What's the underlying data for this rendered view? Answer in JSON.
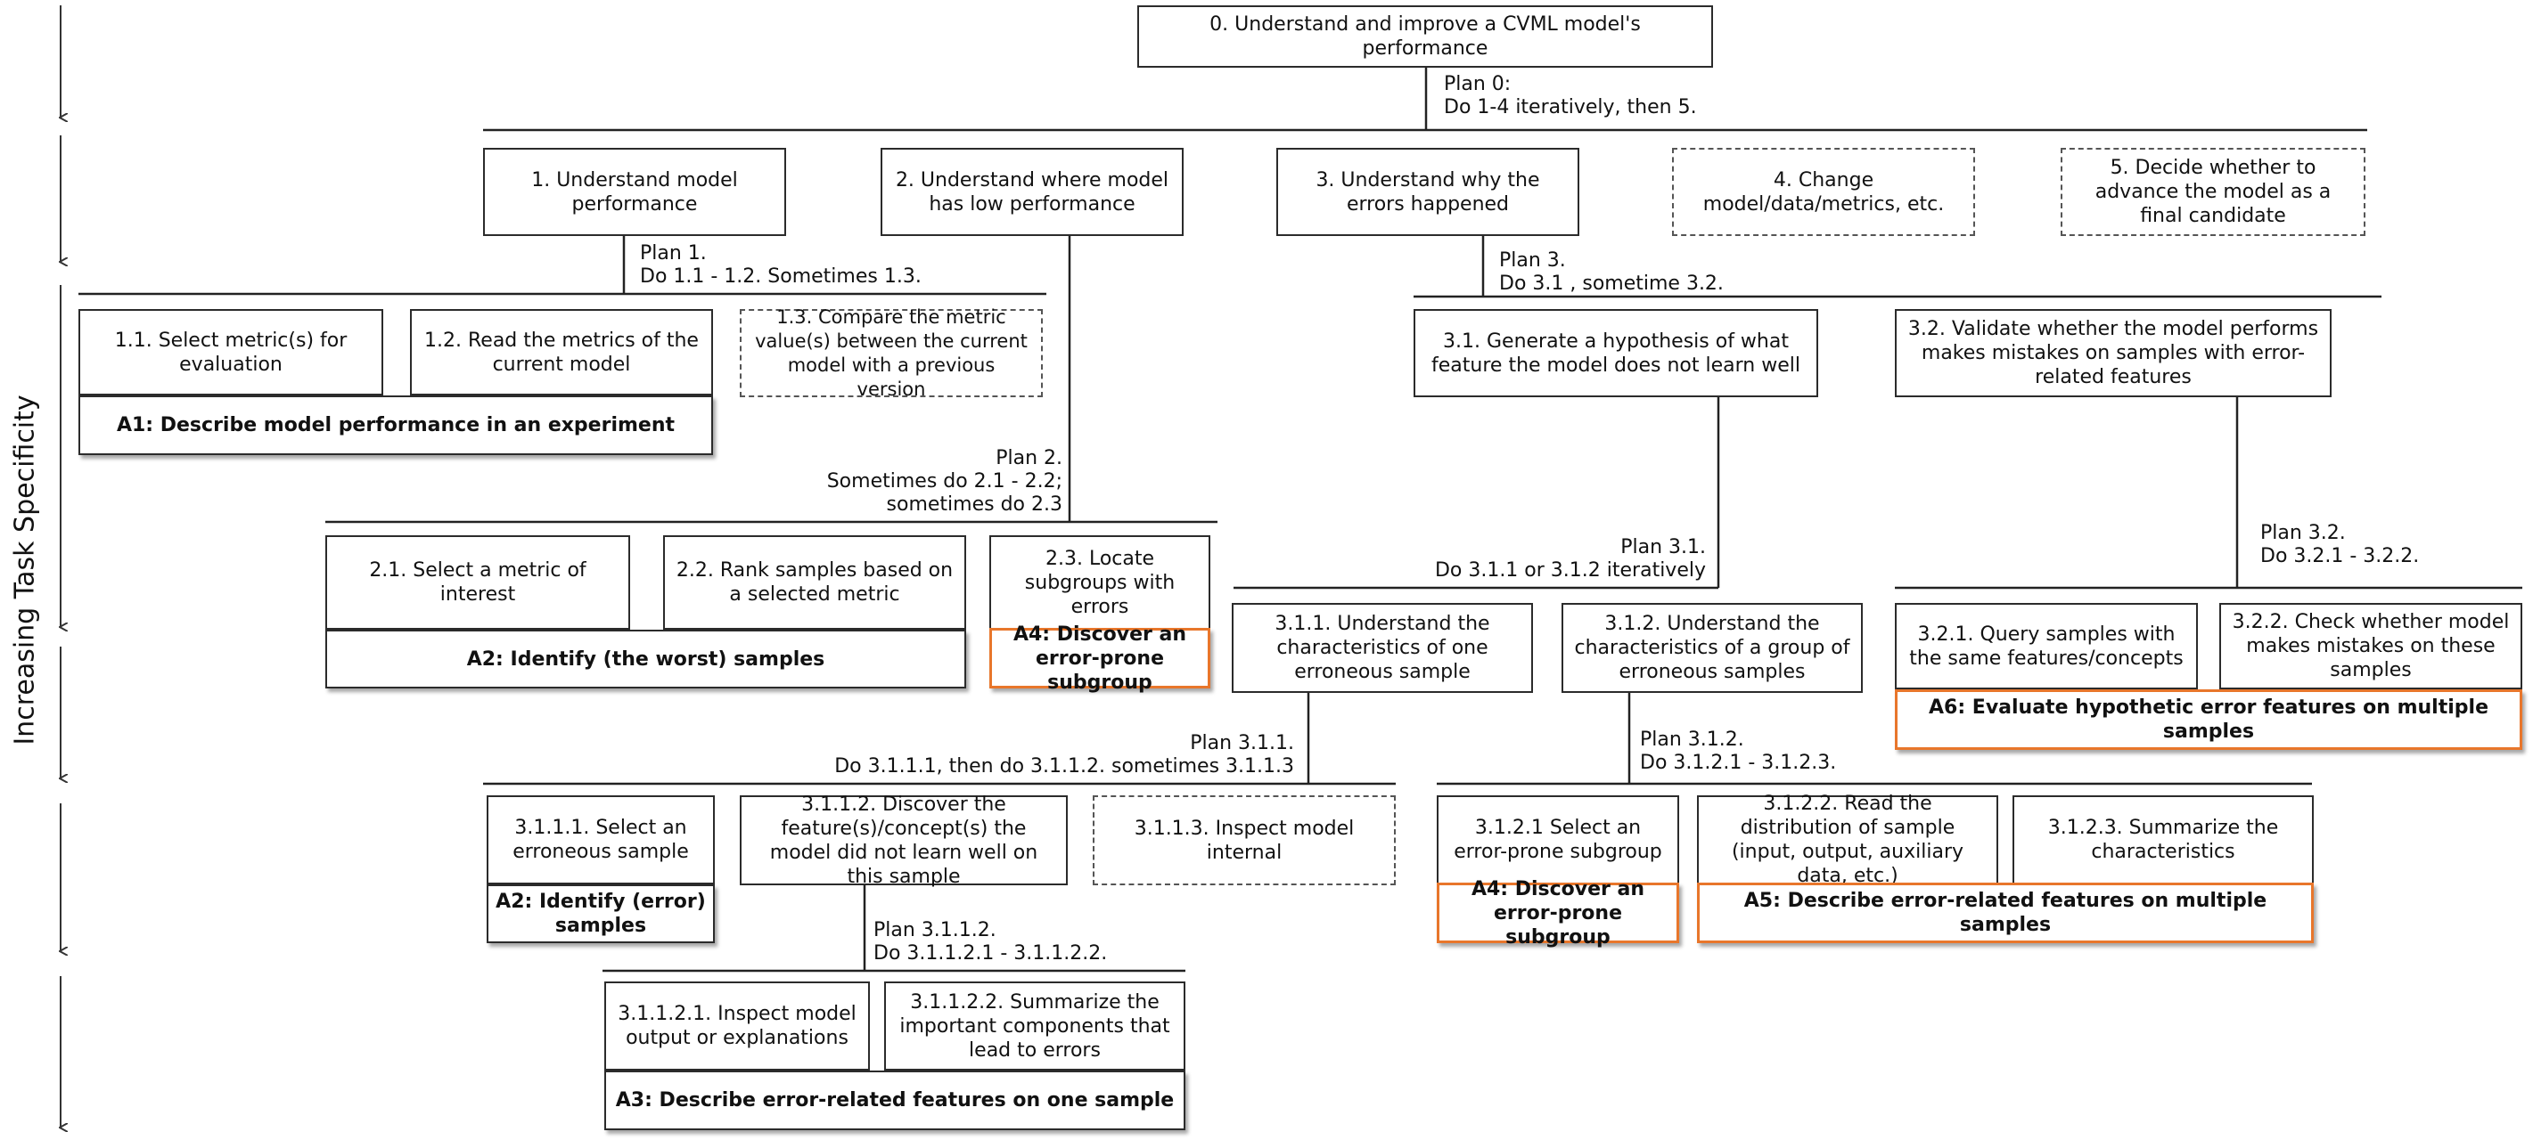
{
  "axis_label": "Increasing Task Specificity",
  "nodes": {
    "n0": "0. Understand and improve a CVML model's performance",
    "n1": "1. Understand model performance",
    "n2": "2. Understand where model has low performance",
    "n3": "3. Understand why the errors happened",
    "n4": "4. Change model/data/metrics, etc.",
    "n5": "5. Decide whether to advance the model as a final candidate",
    "n1_1": "1.1. Select metric(s) for evaluation",
    "n1_2": "1.2. Read the metrics of the current model",
    "n1_3": "1.3. Compare the metric value(s) between the current model with a previous version",
    "n2_1": "2.1. Select a metric of interest",
    "n2_2": "2.2. Rank samples based on a selected metric",
    "n2_3": "2.3. Locate subgroups with errors",
    "n3_1": "3.1. Generate a hypothesis of what feature the model does not learn well",
    "n3_2": "3.2. Validate whether the model performs makes mistakes on samples with error-related features",
    "n3_1_1": "3.1.1. Understand the characteristics of one erroneous sample",
    "n3_1_2": "3.1.2. Understand the characteristics of a group of erroneous samples",
    "n3_2_1": "3.2.1. Query samples with the same features/concepts",
    "n3_2_2": "3.2.2. Check whether model makes mistakes on these samples",
    "n3_1_1_1": "3.1.1.1. Select an erroneous sample",
    "n3_1_1_2": "3.1.1.2. Discover the feature(s)/concept(s) the model did not learn well on this sample",
    "n3_1_1_3": "3.1.1.3. Inspect model internal",
    "n3_1_2_1": "3.1.2.1 Select an error-prone subgroup",
    "n3_1_2_2": "3.1.2.2. Read the distribution of sample (input, output, auxiliary data, etc.)",
    "n3_1_2_3": "3.1.2.3. Summarize the characteristics",
    "n3_1_1_2_1": "3.1.1.2.1. Inspect model output or explanations",
    "n3_1_1_2_2": "3.1.1.2.2. Summarize the important components that lead to errors"
  },
  "activities": {
    "a1": "A1: Describe model performance in an experiment",
    "a2_worst": "A2: Identify (the worst) samples",
    "a4_subgroup_1": "A4: Discover an error-prone subgroup",
    "a6": "A6: Evaluate hypothetic error features on multiple samples",
    "a2_error": "A2: Identify (error) samples",
    "a4_subgroup_2": "A4: Discover an error-prone subgroup",
    "a5": "A5: Describe error-related features on multiple samples",
    "a3": "A3: Describe error-related features on one sample"
  },
  "plans": {
    "p0": [
      "Plan 0:",
      "Do 1-4 iteratively, then 5."
    ],
    "p1": [
      "Plan 1.",
      "Do 1.1 - 1.2. Sometimes 1.3."
    ],
    "p2": [
      "Plan 2.",
      "Sometimes do 2.1 - 2.2;",
      "sometimes do 2.3"
    ],
    "p3": [
      "Plan 3.",
      "Do 3.1 , sometime 3.2."
    ],
    "p3_1": [
      "Plan 3.1.",
      "Do 3.1.1 or 3.1.2 iteratively"
    ],
    "p3_2": [
      "Plan 3.2.",
      "Do 3.2.1 - 3.2.2."
    ],
    "p3_1_1": [
      "Plan 3.1.1.",
      "Do 3.1.1.1, then do 3.1.1.2. sometimes 3.1.1.3"
    ],
    "p3_1_2": [
      "Plan 3.1.2.",
      "Do 3.1.2.1 - 3.1.2.3."
    ],
    "p3_1_1_2": [
      "Plan 3.1.1.2.",
      "Do 3.1.1.2.1 - 3.1.1.2.2."
    ]
  },
  "colors": {
    "highlight": "#e8762b",
    "stroke": "#2b2b2b"
  }
}
